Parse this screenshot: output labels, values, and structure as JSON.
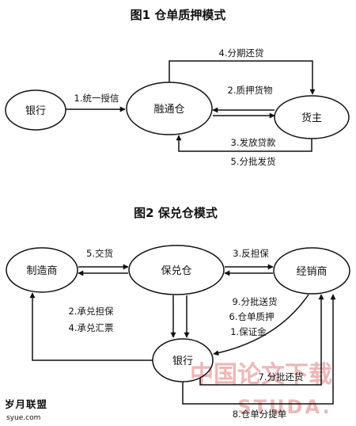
{
  "diagram1": {
    "title": "图1    仓单质押模式",
    "nodes": {
      "bank": "银行",
      "warehouse": "融通仓",
      "owner": "货主"
    },
    "edges": {
      "repay": "4.分期还贷",
      "credit": "1.统一授信",
      "pledge": "2.质押货物",
      "loan": "3.发放贷款",
      "deliver": "5.分批发货"
    }
  },
  "diagram2": {
    "title": "图2    保兑仓模式",
    "nodes": {
      "maker": "制造商",
      "bonded": "保兑仓",
      "dealer": "经销商",
      "bank": "银行"
    },
    "edges": {
      "deliver_goods": "5.交货",
      "counter_guarantee": "3.反担保",
      "accept_guarantee": "2.承兑担保",
      "accept_bill": "4.承兑汇票",
      "batch_send": "9.分批送货",
      "receipt_pledge": "6.仓单质押",
      "deposit": "1.保证金",
      "batch_repay": "7.分批还货",
      "receipt_pickup": "8.仓单分提单"
    }
  },
  "watermark": {
    "cn": "中国论文下载",
    "url": "STUDA.",
    "logo": "岁月联盟",
    "logo_url": "syue.com"
  },
  "colors": {
    "ink": "#111111",
    "watermark": "#e8a0a0"
  }
}
